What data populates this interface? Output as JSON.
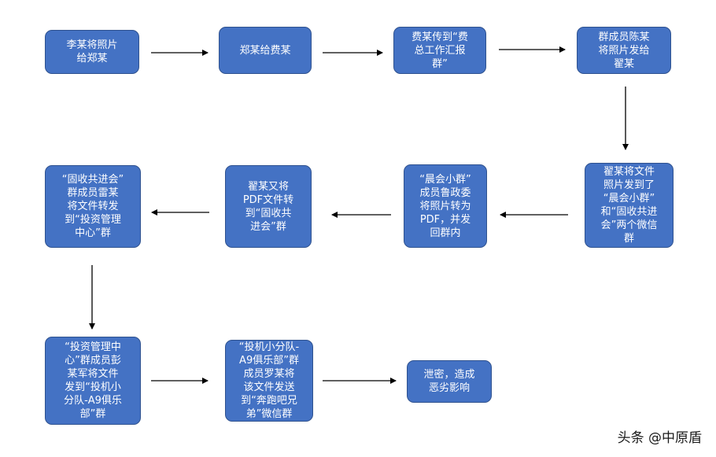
{
  "nodes": {
    "n1": "李某将照片\n给郑某",
    "n2": "郑某给费某",
    "n3": "费某传到“费\n总工作汇报\n群”",
    "n4": "群成员陈某\n将照片发给\n翟某",
    "n5": "翟某将文件\n照片发到了\n“晨会小群”\n和“固收共进\n会”两个微信\n群",
    "n6": "“晨会小群”\n成员鲁政委\n将照片转为\nPDF，并发\n回群内",
    "n7": "翟某又将\nPDF文件转\n到“固收共\n进会”群",
    "n8": "“固收共进会”\n群成员雷某\n将文件转发\n到“投资管理\n中心”群",
    "n9": "“投资管理中\n心”群成员彭\n某军将文件\n发到“投机小\n分队-A9俱乐\n部”群",
    "n10": "“投机小分队-\nA9俱乐部”群\n成员罗某将\n该文件发送\n到“奔跑吧兄\n弟”微信群",
    "n11": "泄密，造成\n恶劣影响"
  },
  "colors": {
    "node_fill": "#4472c4",
    "node_border": "#2f528f",
    "arrow": "#000000"
  },
  "watermark": "头条 @中原盾"
}
